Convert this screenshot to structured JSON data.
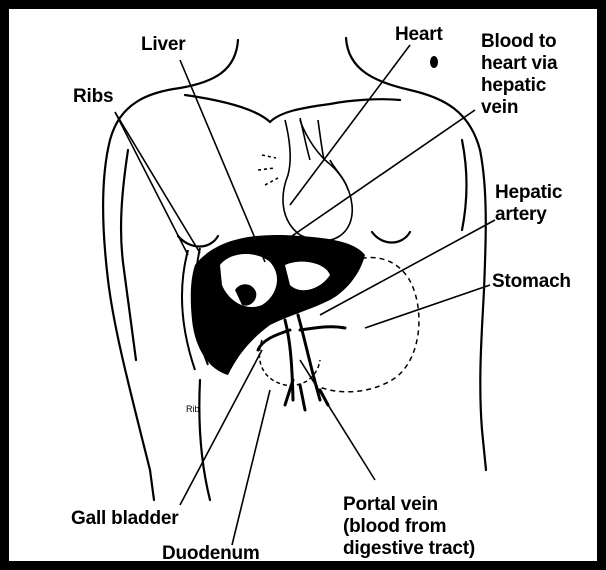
{
  "diagram": {
    "labels": {
      "liver": "Liver",
      "heart": "Heart",
      "blood_to_heart": [
        "Blood to",
        "heart via",
        "hepatic",
        "vein"
      ],
      "ribs": "Ribs",
      "hepatic_artery": [
        "Hepatic",
        "artery"
      ],
      "stomach": "Stomach",
      "gall_bladder": "Gall bladder",
      "duodenum": "Duodenum",
      "portal_vein": [
        "Portal vein",
        "(blood from",
        "digestive tract)"
      ],
      "rib_small": "Rib"
    },
    "colors": {
      "ink": "#000000",
      "paper": "#ffffff"
    }
  }
}
